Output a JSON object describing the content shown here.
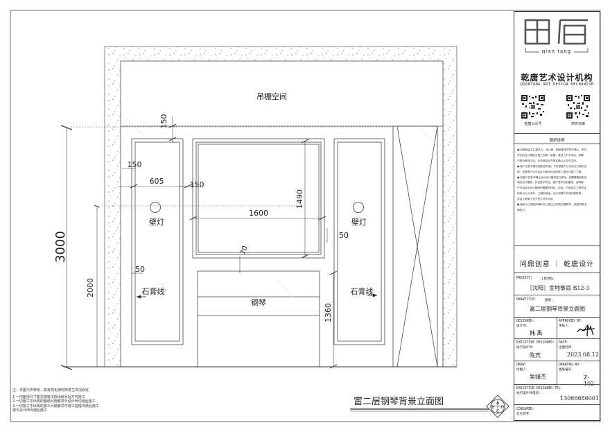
{
  "drawing": {
    "ceiling_label": "吊棚空间",
    "wall_lamp_left": "壁灯",
    "wall_lamp_right": "壁灯",
    "plaster_left": "石膏线",
    "plaster_right": "石膏线",
    "piano_label": "钢琴",
    "title": "富二层钢琴背景立面图",
    "dims": {
      "d3000": "3000",
      "d2000": "2000",
      "d150_top": "150",
      "d150_left": "150",
      "d605": "605",
      "d150_mid": "150",
      "d1600": "1600",
      "d1490": "1490",
      "d70": "70",
      "d50_left": "50",
      "d50_right": "50",
      "d1360": "1360"
    },
    "symbol": {
      "top": "A",
      "left": "B",
      "right": "D",
      "bottom": "C"
    }
  },
  "notes_left": [
    "注：本图只供参考，如有变化随时随发生情况而定.",
    "1.一切面视尺寸都须按施工现场核对后方可施工",
    "2.一切施工中出现的图纸问题都须与设计师沟通后施工",
    "3.一切施工中出现的施工问题都须与施工监理沟通后施工",
    "或与设计师沟通后施工."
  ],
  "title_block": {
    "logo_chars": "乾唐",
    "logo_sub": "qian tang",
    "company_cn": "乾唐艺术设计机构",
    "company_en": "QIANTANG ART DESIGN MECHANISM",
    "qr_left_caption": "乾唐公众号",
    "qr_right_caption": "商务对接",
    "notes_heading": "图纸说明",
    "notes_lines": [
      "● 此图纸由业主委托人，设计师，图纸审核员签字确认，签字",
      "齐全的设计图纸为施工的唯一依据，原则上不予改动，若需",
      "户提出修改内容，必须得由双方签名确认后方可生效。",
      "● 客户在签字确认图纸的时候，不仅是客户认可设计方案的证",
      "明，也是客户认可由此方案所包含的施工操作与施工工期。",
      "● 若客户在签字确认后对设计图纸进行修改，则需要重新签定",
      "新的设计图纸，并且签字齐全，客户签字后的图纸，证明客",
      "户可由此出设计图纸所需要的材料，包括，已经发生工程项目",
      "材料与人工成本，工期的延误，设计师额外劳动的费用等，",
      "并由工程施工双方签订补充协议。",
      "● 图纸与工程细节事均为工程主合同的必要附件，具备同等法",
      "律效力。"
    ],
    "slogan": "问鼎创意 ｜ 乾唐设计",
    "project_label": "PROJECT:",
    "project_label_cn": "工程地址：",
    "project_value": "［沈阳］金地筝尚 B12-3",
    "drawtitle_label": "DRAWTITLE:",
    "drawtitle_label_cn": "图纸：",
    "drawtitle_value": "富二层钢琴背景立面图",
    "designer_label": "DESIGNER:",
    "designer_label_cn": "设计师：",
    "designer_value": "韩 禹",
    "approved_label": "APPROVED BY:",
    "approved_label_cn": "审核人：",
    "exec_designer_label": "EXECUTIVE DESIGNER:",
    "exec_designer_label_cn": "执行设计师：",
    "exec_designer_value": "陈宾",
    "date_label": "DATE:",
    "date_label_cn": "出图时间：",
    "date_value": "2023.08.12",
    "draw_label": "DRAW:",
    "draw_label_cn": "绘图人：",
    "draw_value": "吴靖杰",
    "drawing_no_label": "DRAWING NO:",
    "drawing_no_label_cn": "图纸编号：",
    "drawing_no_value": "Z-102",
    "tel_label": "EXECUTIVE DESIGNER TEL:",
    "tel_label_cn": "执行设计师电话：",
    "tel_value": "13066686001",
    "consumer_label": "CONSUMER:",
    "consumer_label_cn": "业主签字："
  }
}
